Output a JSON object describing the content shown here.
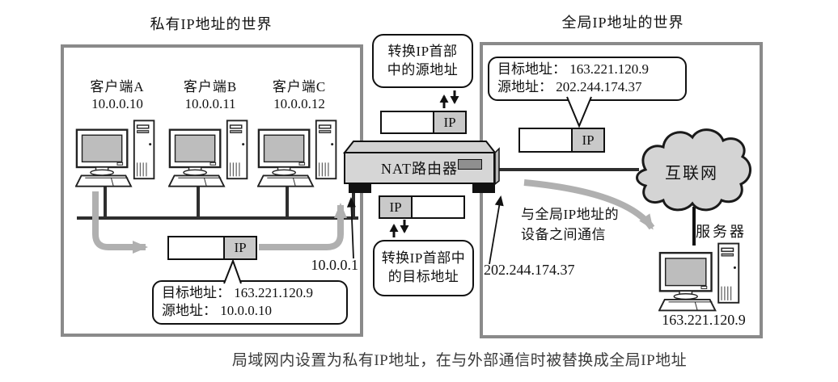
{
  "titles": {
    "private_world": "私有IP地址的世界",
    "global_world": "全局IP地址的世界"
  },
  "clients": [
    {
      "name": "客户端A",
      "ip": "10.0.0.10"
    },
    {
      "name": "客户端B",
      "ip": "10.0.0.11"
    },
    {
      "name": "客户端C",
      "ip": "10.0.0.12"
    }
  ],
  "router": {
    "label": "NAT路由器",
    "lan_ip": "10.0.0.1",
    "wan_ip": "202.244.174.37"
  },
  "annotations": {
    "translate_source": "转换IP首部\n中的源地址",
    "translate_destination": "转换IP首部中\n的目标地址",
    "global_comm": "与全局IP地址的\n设备之间通信"
  },
  "packets": {
    "ip_label": "IP"
  },
  "bubbles": {
    "lan": {
      "destination": "目标地址： 163.221.120.9",
      "source": "源地址： 10.0.0.10"
    },
    "wan": {
      "destination": "目标地址： 163.221.120.9",
      "source": "源地址： 202.244.174.37"
    }
  },
  "internet": {
    "label": "互联网"
  },
  "server": {
    "label": "服务器",
    "ip": "163.221.120.9"
  },
  "caption": "局域网内设置为私有IP地址，在与外部通信时被替换成全局IP地址",
  "colors": {
    "box_border": "#8a8a8a",
    "packet_gray": "#c9c9c9",
    "device_gray": "#d6d6d6",
    "cloud_gray": "#d4d4d4",
    "arrow_gray": "#b0b0b0",
    "line_dark": "#2e2e2e",
    "text": "#111111"
  }
}
